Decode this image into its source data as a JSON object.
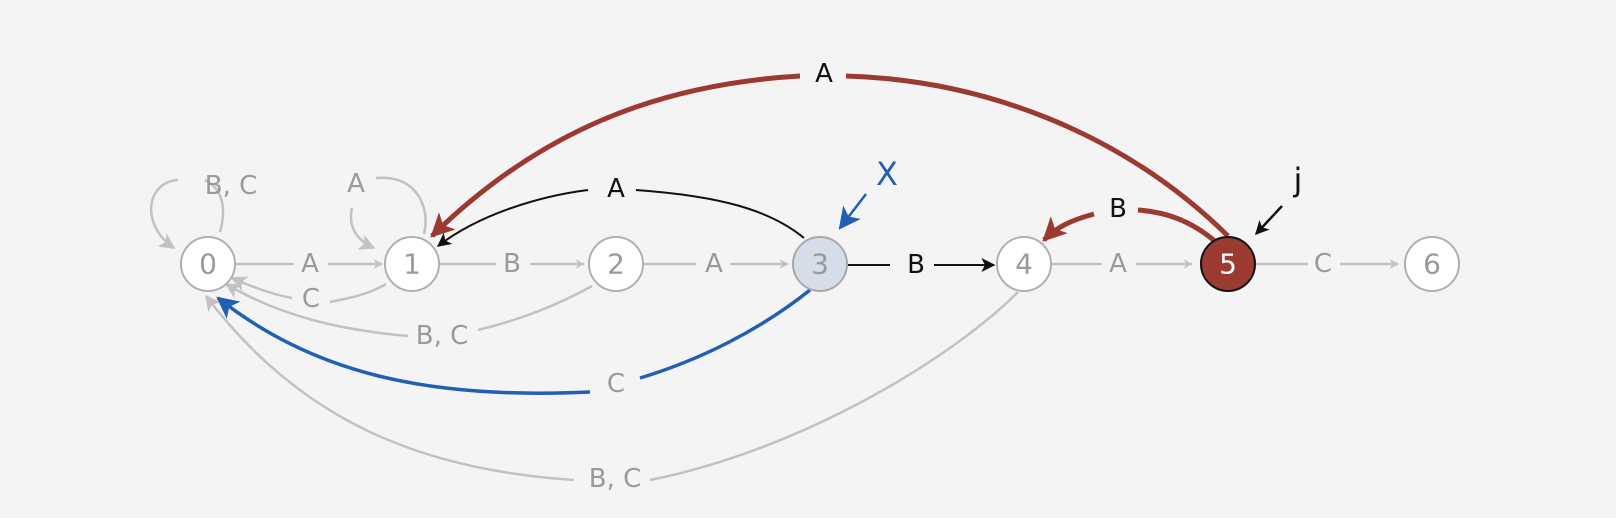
{
  "colors": {
    "background": "#f4f4f4",
    "gray_edge": "#c2c2c2",
    "gray_text": "#9a9a9a",
    "red": "#9a3a30",
    "blue": "#1f5fb4",
    "black": "#111111",
    "node_fill": "#ffffff",
    "node_current_fill": "#d4dde8",
    "node_active_fill": "#9a3a30"
  },
  "nodes": [
    {
      "id": "0",
      "label": "0",
      "state": "normal"
    },
    {
      "id": "1",
      "label": "1",
      "state": "normal"
    },
    {
      "id": "2",
      "label": "2",
      "state": "normal"
    },
    {
      "id": "3",
      "label": "3",
      "state": "x-pointer"
    },
    {
      "id": "4",
      "label": "4",
      "state": "normal"
    },
    {
      "id": "5",
      "label": "5",
      "state": "active"
    },
    {
      "id": "6",
      "label": "6",
      "state": "normal"
    }
  ],
  "edges": [
    {
      "id": "0-0",
      "label": "B, C",
      "style": "gray"
    },
    {
      "id": "0-1",
      "label": "A",
      "style": "gray"
    },
    {
      "id": "1-1",
      "label": "A",
      "style": "gray"
    },
    {
      "id": "1-0",
      "label": "C",
      "style": "gray"
    },
    {
      "id": "1-2",
      "label": "B",
      "style": "gray"
    },
    {
      "id": "2-0",
      "label": "B, C",
      "style": "gray"
    },
    {
      "id": "2-3",
      "label": "A",
      "style": "gray"
    },
    {
      "id": "3-1",
      "label": "A",
      "style": "black"
    },
    {
      "id": "3-4",
      "label": "B",
      "style": "black"
    },
    {
      "id": "3-0",
      "label": "C",
      "style": "blue"
    },
    {
      "id": "4-5",
      "label": "A",
      "style": "gray"
    },
    {
      "id": "4-0",
      "label": "B, C",
      "style": "gray"
    },
    {
      "id": "5-1",
      "label": "A",
      "style": "red"
    },
    {
      "id": "5-4",
      "label": "B",
      "style": "red"
    },
    {
      "id": "5-6",
      "label": "C",
      "style": "gray"
    }
  ],
  "pointers": {
    "x": {
      "label": "X"
    },
    "j": {
      "label": "j"
    }
  }
}
